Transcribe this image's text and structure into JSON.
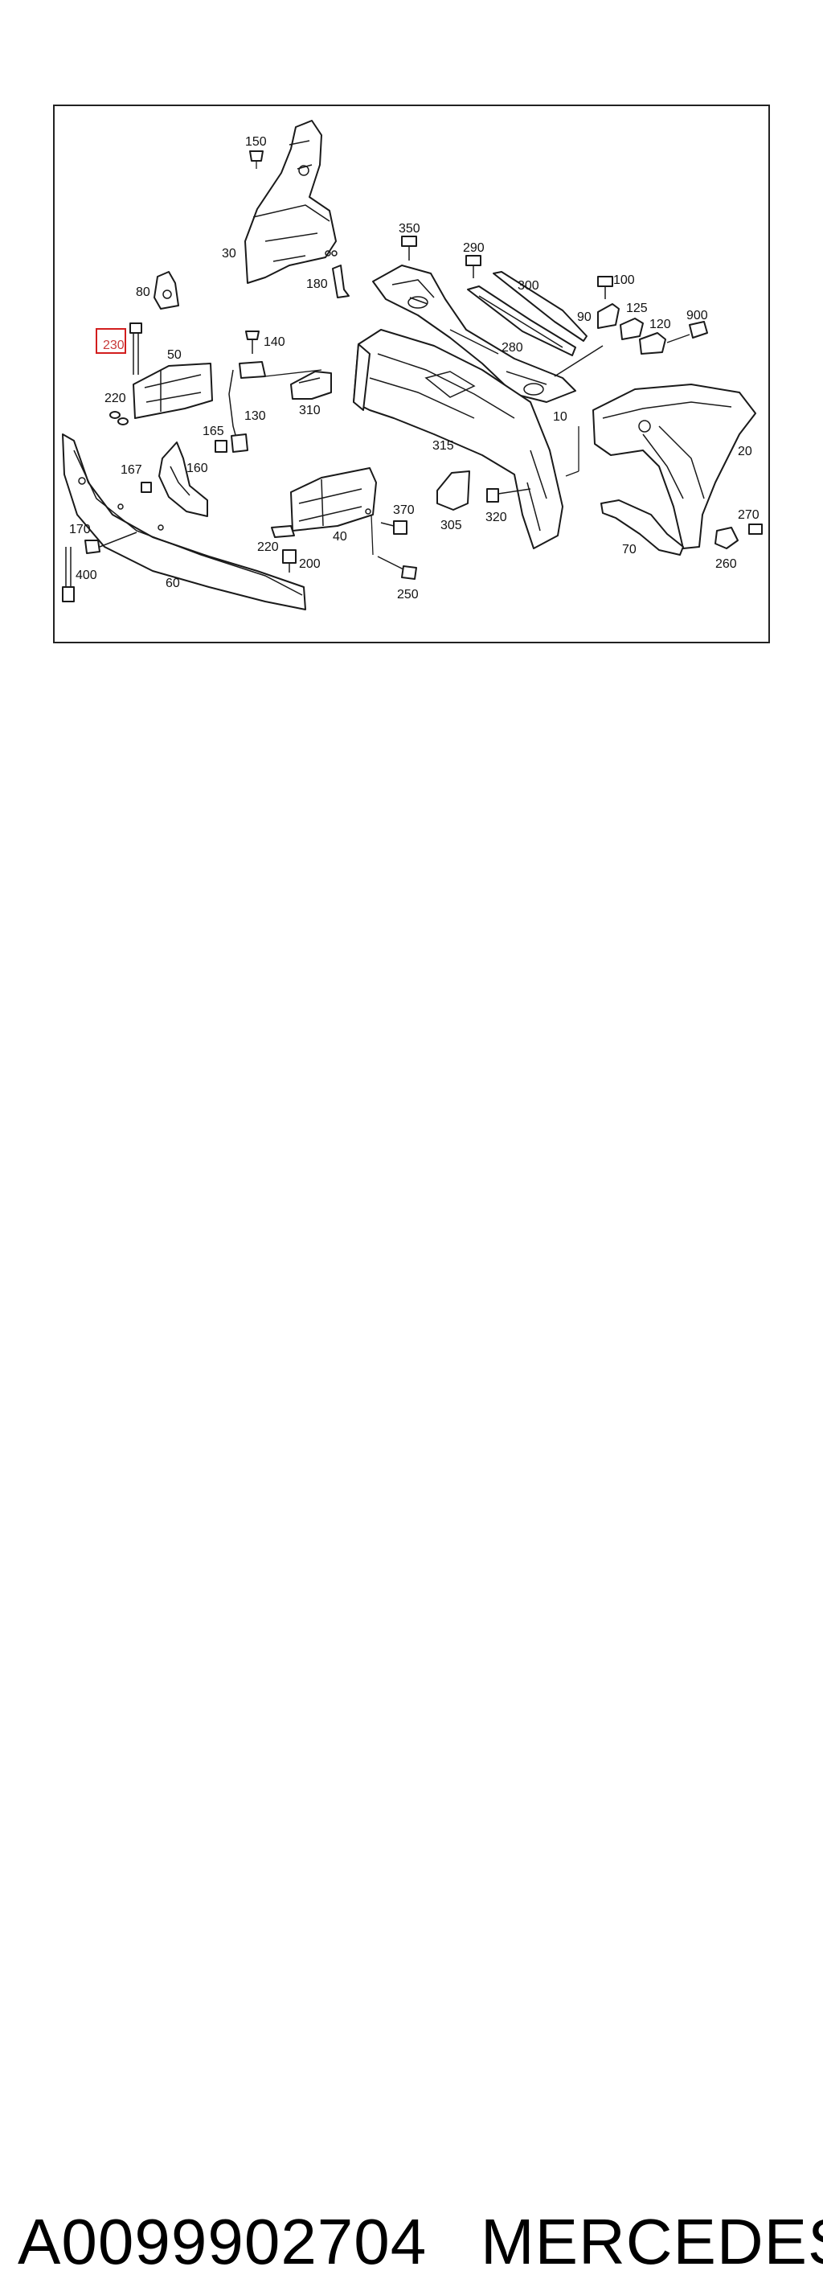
{
  "diagram": {
    "highlighted_callout": "230",
    "callouts": {
      "c150": "150",
      "c30": "30",
      "c180": "180",
      "c80": "80",
      "c230": "230",
      "c50": "50",
      "c140": "140",
      "c220a": "220",
      "c130": "130",
      "c165": "165",
      "c310": "310",
      "c350": "350",
      "c290": "290",
      "c300": "300",
      "c100": "100",
      "c90": "90",
      "c125": "125",
      "c120": "120",
      "c900": "900",
      "c280": "280",
      "c10": "10",
      "c315": "315",
      "c20": "20",
      "c167": "167",
      "c160": "160",
      "c170": "170",
      "c400": "400",
      "c60": "60",
      "c40": "40",
      "c370": "370",
      "c305": "305",
      "c320": "320",
      "c220b": "220",
      "c200": "200",
      "c250": "250",
      "c70": "70",
      "c270": "270",
      "c260": "260"
    }
  },
  "caption": {
    "part_number": "A0099902704",
    "brand": "MERCEDES"
  }
}
